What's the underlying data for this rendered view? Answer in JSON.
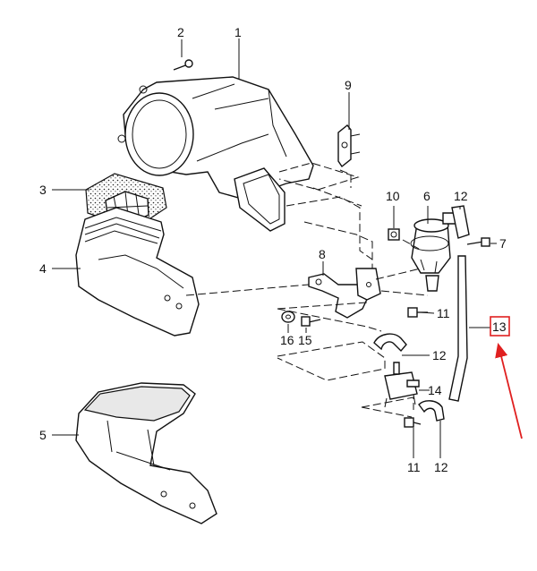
{
  "diagram": {
    "callouts": [
      {
        "id": "c1",
        "label": "1"
      },
      {
        "id": "c2",
        "label": "2"
      },
      {
        "id": "c3",
        "label": "3"
      },
      {
        "id": "c4",
        "label": "4"
      },
      {
        "id": "c5",
        "label": "5"
      },
      {
        "id": "c6",
        "label": "6"
      },
      {
        "id": "c7",
        "label": "7"
      },
      {
        "id": "c8",
        "label": "8"
      },
      {
        "id": "c9",
        "label": "9"
      },
      {
        "id": "c10",
        "label": "10"
      },
      {
        "id": "c11a",
        "label": "11"
      },
      {
        "id": "c11b",
        "label": "11"
      },
      {
        "id": "c12a",
        "label": "12"
      },
      {
        "id": "c12b",
        "label": "12"
      },
      {
        "id": "c12c",
        "label": "12"
      },
      {
        "id": "c13",
        "label": "13"
      },
      {
        "id": "c14",
        "label": "14"
      },
      {
        "id": "c15",
        "label": "15"
      },
      {
        "id": "c16",
        "label": "16"
      }
    ],
    "highlight": {
      "target": "13",
      "color": "#e02020"
    },
    "arrow_color": "#e02020"
  }
}
